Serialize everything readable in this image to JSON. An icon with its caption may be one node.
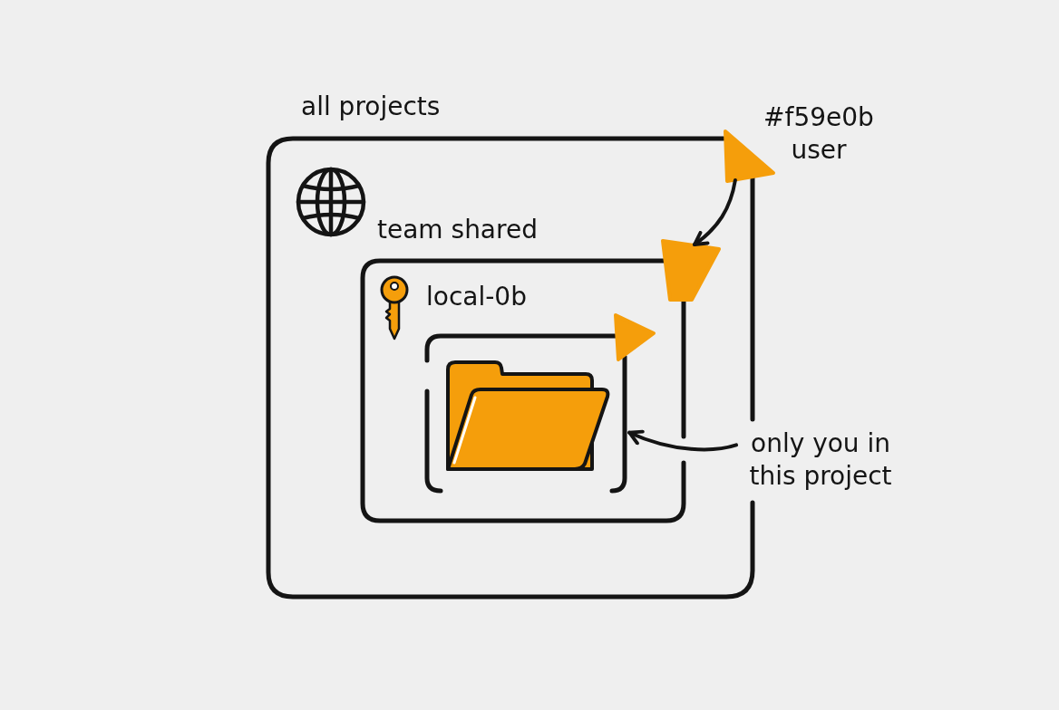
{
  "diagram": {
    "nodes": [
      {
        "text": [
          "all projects"
        ]
      },
      {
        "text": [],
        "shape": "triangle",
        "beside": [
          "#f59e0b user"
        ]
      },
      {
        "text": [
          "team shared"
        ],
        "in": 0
      },
      {
        "text": [],
        "shape": "triangle",
        "in": 0
      },
      {
        "text": [
          "local-0b"
        ],
        "in": 2
      },
      {
        "text": [],
        "shape": "triangle",
        "in": 2
      },
      {
        "text": [],
        "shape": "picture",
        "in": 4
      },
      {
        "text": [
          "only you in this project"
        ]
      }
    ],
    "edges": [
      {
        "from": 1,
        "to": 3,
        "arrow": "to"
      },
      {
        "from": 7,
        "to": 4,
        "arrow": "to"
      }
    ]
  }
}
